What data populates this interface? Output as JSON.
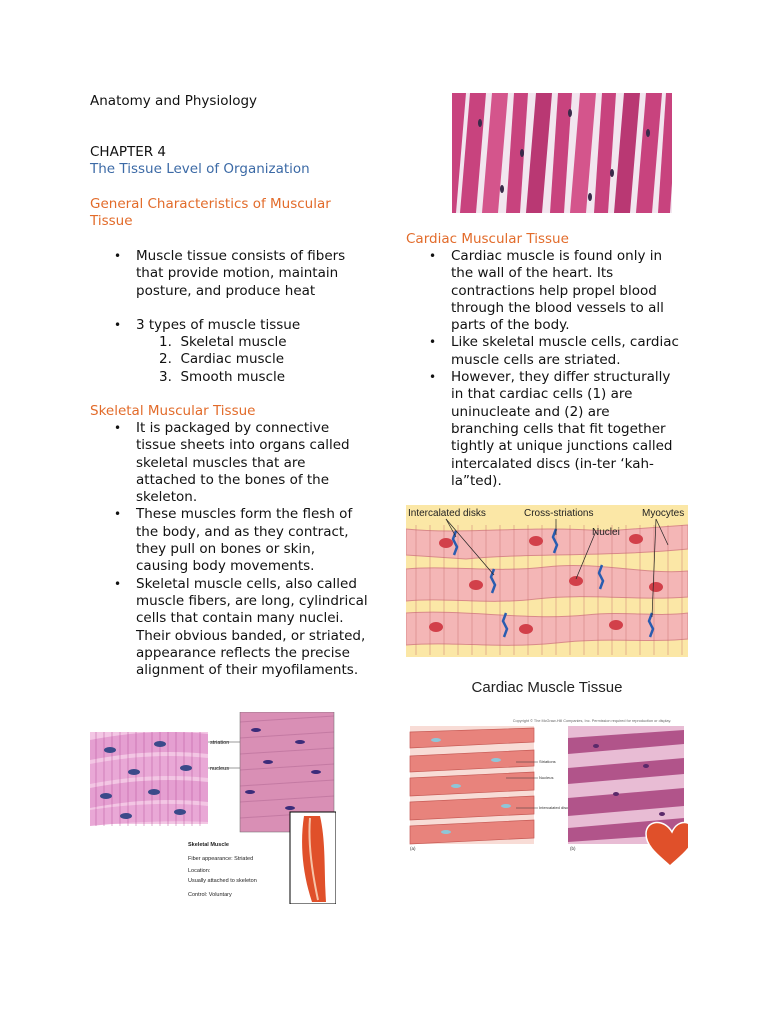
{
  "header": {
    "doc_title": "Anatomy and Physiology",
    "chapter": "CHAPTER 4",
    "chapter_title": "The Tissue Level of Organization"
  },
  "general": {
    "heading": "General Characteristics of Muscular Tissue",
    "bullet1": "Muscle tissue consists of fibers that provide motion, maintain posture, and produce heat",
    "bullet2": "3 types of muscle tissue",
    "types": [
      "Skeletal muscle",
      "Cardiac muscle",
      "Smooth muscle"
    ]
  },
  "skeletal": {
    "heading": "Skeletal Muscular Tissue",
    "bullets": [
      "It is packaged by connective tissue sheets into organs called skeletal muscles that are attached to the bones of the skeleton.",
      "These muscles form the flesh of the body, and as they contract, they pull on bones or skin, causing body movements.",
      "Skeletal muscle cells, also called muscle fibers, are long, cylindrical cells that contain many nuclei. Their obvious banded, or striated, appearance reflects the precise alignment of their myofilaments."
    ],
    "figure": {
      "label_striation": "striation",
      "label_nucleus": "nucleus",
      "caption_title": "Skeletal Muscle",
      "caption_fiber": "Fiber appearance: Striated",
      "caption_location": "Location:",
      "caption_location_value": "Usually attached to skeleton",
      "caption_control": "Control: Voluntary"
    }
  },
  "cardiac": {
    "heading": "Cardiac Muscular Tissue",
    "bullets": [
      "Cardiac muscle is found only in the wall of the heart. Its contractions help propel blood through the blood vessels to all parts of the body.",
      "Like skeletal muscle cells, cardiac muscle cells are striated.",
      "However, they differ structurally in that cardiac cells (1) are uninucleate and (2) are branching cells that fit together tightly at unique junctions called intercalated discs (in-ter ‘kah-la”ted)."
    ],
    "diagram": {
      "label_intercalated": "Intercalated disks",
      "label_cross": "Cross-striations",
      "label_nuclei": "Nuclei",
      "label_myocytes": "Myocytes"
    },
    "figure": {
      "title": "Cardiac Muscle Tissue",
      "copyright": "Copyright © The McGraw-Hill Companies, Inc. Permission required for reproduction or display.",
      "label_striations": "Striations",
      "label_nucleus": "Nucleus",
      "label_intercalated": "Intercalated discs",
      "panel_a": "(a)",
      "panel_b": "(b)"
    }
  },
  "colors": {
    "heading_orange": "#e26b2a",
    "title_blue": "#3c6aa6",
    "stain_pink": "#c8437e"
  }
}
